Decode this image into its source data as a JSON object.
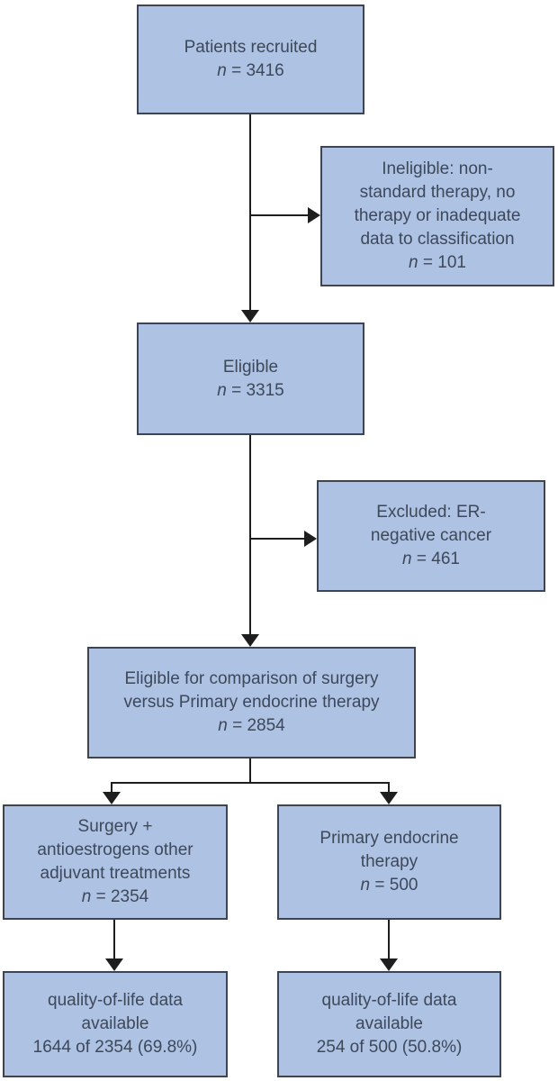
{
  "figure": {
    "type": "flowchart",
    "box_fill": "#aec2e4",
    "box_border": "#3f4450",
    "text_color": "#3d4859",
    "arrow_color": "#1e1e1e",
    "background": "#ffffff"
  },
  "boxes": {
    "recruited": {
      "label": "Patients recruited",
      "n_sym": "n",
      "n_rest": "= 3416"
    },
    "ineligible": {
      "label": "Ineligible: non-\nstandard therapy, no\ntherapy or inadequate\ndata to classification",
      "n_sym": "n",
      "n_rest": "= 101"
    },
    "eligible": {
      "label": "Eligible",
      "n_sym": "n",
      "n_rest": "= 3315"
    },
    "excluded": {
      "label": "Excluded: ER-\nnegative cancer",
      "n_sym": "n",
      "n_rest": "= 461"
    },
    "comparison": {
      "label": "Eligible for comparison of surgery\nversus Primary endocrine therapy",
      "n_sym": "n",
      "n_rest": "= 2854"
    },
    "surgery": {
      "label": "Surgery +\nantioestrogens other\nadjuvant treatments",
      "n_sym": "n",
      "n_rest": "= 2354"
    },
    "endocrine": {
      "label": "Primary endocrine\ntherapy",
      "n_sym": "n",
      "n_rest": "= 500"
    },
    "qol_surgery": {
      "label": "quality-of-life data\navailable\n1644 of 2354 (69.8%)"
    },
    "qol_endocrine": {
      "label": "quality-of-life data\navailable\n254 of 500 (50.8%)"
    }
  }
}
